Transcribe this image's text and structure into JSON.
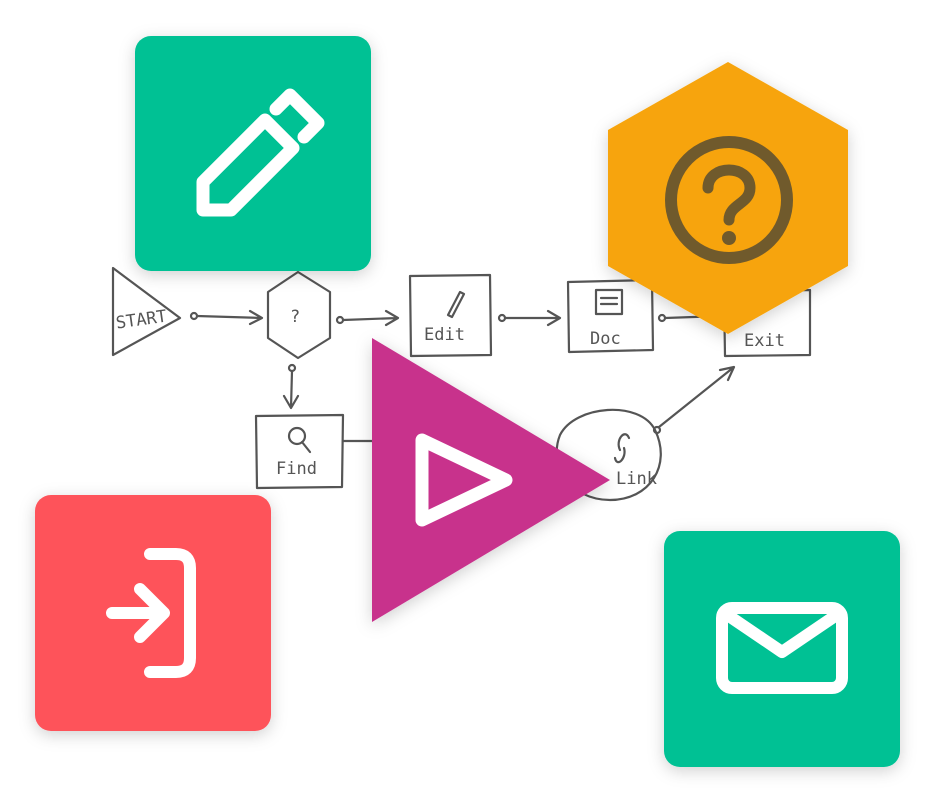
{
  "sketch": {
    "nodes": [
      {
        "label": "START"
      },
      {
        "label": "?"
      },
      {
        "label": "Edit"
      },
      {
        "label": "Doc"
      },
      {
        "label": "Exit"
      },
      {
        "label": "Find"
      },
      {
        "label": "Link"
      }
    ]
  },
  "tiles": [
    {
      "icon": "pencil-icon",
      "color": "#00c194"
    },
    {
      "icon": "question-circle-icon",
      "color": "#f7a408",
      "shape": "hexagon"
    },
    {
      "icon": "play-icon",
      "color": "#c8308c",
      "shape": "triangle"
    },
    {
      "icon": "login-icon",
      "color": "#fe535a"
    },
    {
      "icon": "mail-icon",
      "color": "#00c194"
    }
  ]
}
